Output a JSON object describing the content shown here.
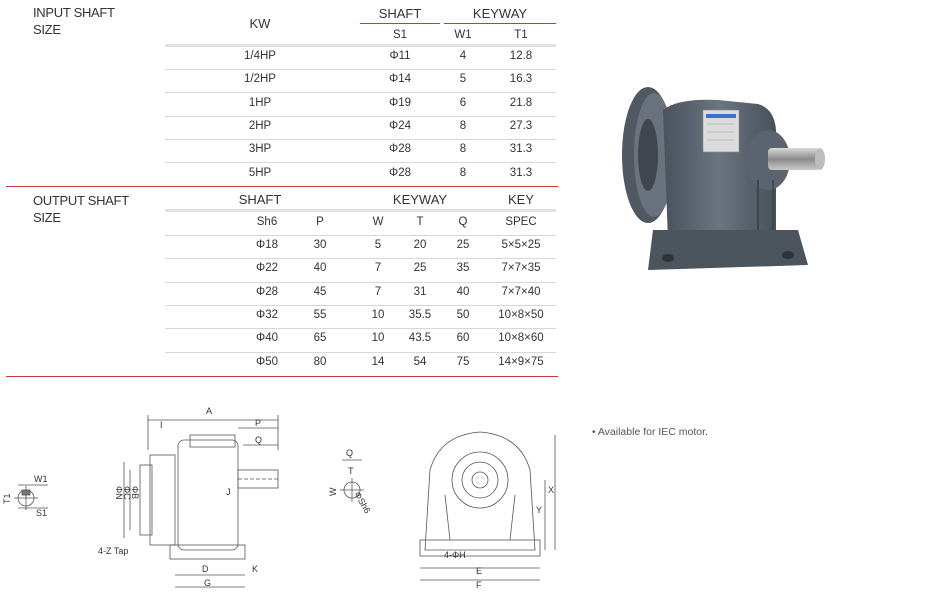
{
  "input_table": {
    "section_title": [
      "INPUT SHAFT",
      "SIZE"
    ],
    "headers": {
      "kw": "KW",
      "shaft": "SHAFT",
      "keyway": "KEYWAY"
    },
    "subheaders": {
      "s1": "S1",
      "w1": "W1",
      "t1": "T1"
    },
    "rows": [
      {
        "kw": "1/4HP",
        "s1": "Φ11",
        "w1": "4",
        "t1": "12.8"
      },
      {
        "kw": "1/2HP",
        "s1": "Φ14",
        "w1": "5",
        "t1": "16.3"
      },
      {
        "kw": "1HP",
        "s1": "Φ19",
        "w1": "6",
        "t1": "21.8"
      },
      {
        "kw": "2HP",
        "s1": "Φ24",
        "w1": "8",
        "t1": "27.3"
      },
      {
        "kw": "3HP",
        "s1": "Φ28",
        "w1": "8",
        "t1": "31.3"
      },
      {
        "kw": "5HP",
        "s1": "Φ28",
        "w1": "8",
        "t1": "31.3"
      }
    ]
  },
  "output_table": {
    "section_title": [
      "OUTPUT SHAFT",
      "SIZE"
    ],
    "headers": {
      "shaft": "SHAFT",
      "keyway": "KEYWAY",
      "key": "KEY"
    },
    "subheaders": {
      "sh6": "Sh6",
      "p": "P",
      "w": "W",
      "t": "T",
      "q": "Q",
      "spec": "SPEC"
    },
    "rows": [
      {
        "sh6": "Φ18",
        "p": "30",
        "w": "5",
        "t": "20",
        "q": "25",
        "spec": "5×5×25"
      },
      {
        "sh6": "Φ22",
        "p": "40",
        "w": "7",
        "t": "25",
        "q": "35",
        "spec": "7×7×35"
      },
      {
        "sh6": "Φ28",
        "p": "45",
        "w": "7",
        "t": "31",
        "q": "40",
        "spec": "7×7×40"
      },
      {
        "sh6": "Φ32",
        "p": "55",
        "w": "10",
        "t": "35.5",
        "q": "50",
        "spec": "10×8×50"
      },
      {
        "sh6": "Φ40",
        "p": "65",
        "w": "10",
        "t": "43.5",
        "q": "60",
        "spec": "10×8×60"
      },
      {
        "sh6": "Φ50",
        "p": "80",
        "w": "14",
        "t": "54",
        "q": "75",
        "spec": "14×9×75"
      }
    ]
  },
  "note": "Available for IEC motor.",
  "drawing_labels": {
    "w1": "W1",
    "t1": "T1",
    "s1": "S1",
    "a": "A",
    "i": "I",
    "p": "P",
    "q": "Q",
    "j": "J",
    "n": "ΦN",
    "c": "ΦC",
    "b": "ΦB",
    "tap": "4-Z Tap",
    "d": "D",
    "k": "K",
    "g": "G",
    "q2": "Q",
    "w": "W",
    "t": "T",
    "sh6": "ΦSh6",
    "x": "X",
    "y": "Y",
    "h": "4-ΦH",
    "e": "E",
    "f": "F"
  },
  "colors": {
    "accent_red": "#c83a3a",
    "motor_gray": "#5a6470",
    "band_gray": "#e6e6e6"
  }
}
